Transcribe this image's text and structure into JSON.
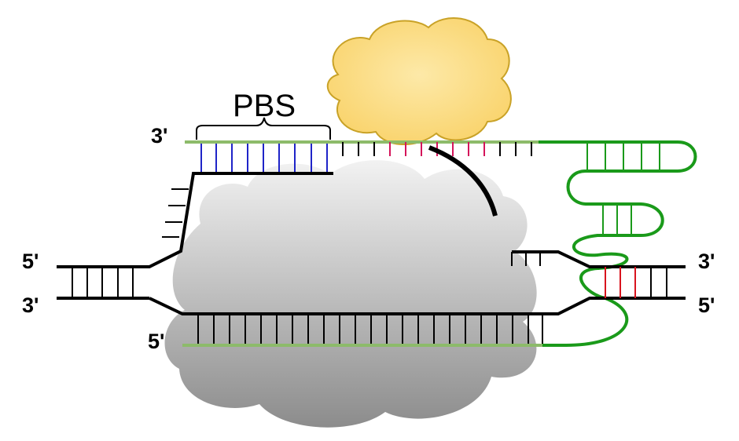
{
  "labels": {
    "pbs": "PBS",
    "top_strand_3": "3'",
    "left_upper_5": "5'",
    "left_lower_3": "3'",
    "right_upper_3": "3'",
    "right_lower_5": "5'",
    "bottom_green_5": "5'"
  },
  "colors": {
    "gray_cloud_top": "#f2f2f2",
    "gray_cloud_bottom": "#8c8c8c",
    "yellow_cloud_fill": "#f9d36b",
    "yellow_cloud_stroke": "#c9a227",
    "light_green": "#8dbb6a",
    "dark_green": "#1a9a1a",
    "pbs_pairs": "#1f24c8",
    "magenta_ticks": "#d4145a",
    "red_pairs": "#d8141e",
    "black": "#000000"
  }
}
